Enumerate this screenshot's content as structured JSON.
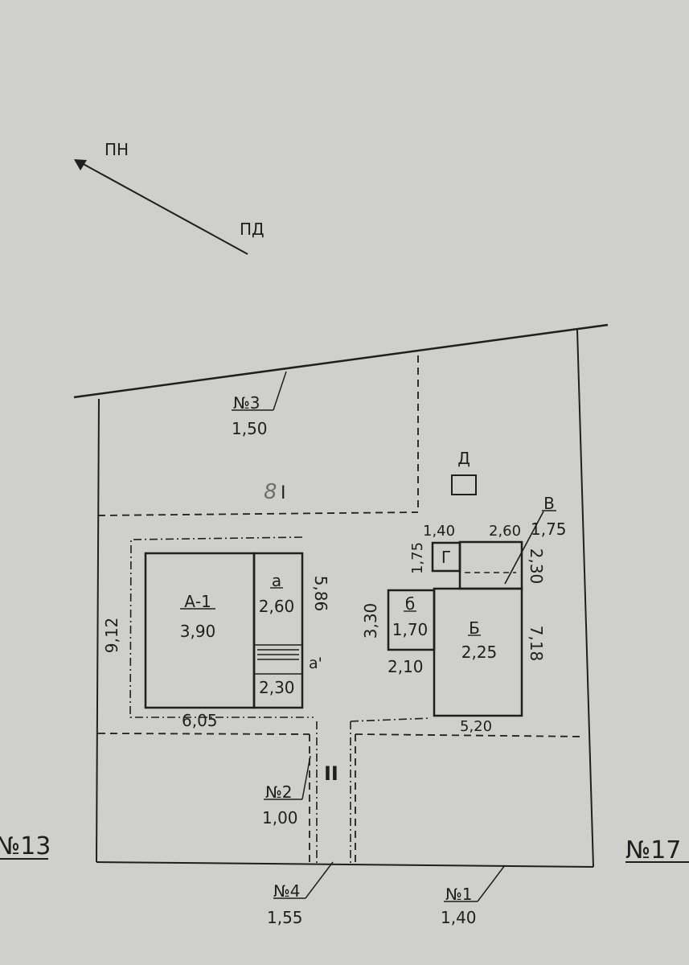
{
  "colors": {
    "paper": "#cfcfcb",
    "ink": "#1f1f1f"
  },
  "orientation": {
    "north": "ПН",
    "south": "ПД"
  },
  "plots": {
    "p3": {
      "number": "№3",
      "value": "1,50"
    },
    "p2": {
      "number": "№2",
      "value": "1,00"
    },
    "p4": {
      "number": "№4",
      "value": "1,55"
    },
    "p1": {
      "number": "№1",
      "value": "1,40"
    }
  },
  "neighbors": {
    "left": "№13",
    "right": "№17"
  },
  "zones": {
    "z1": "I",
    "z2": "II",
    "z1_handwritten": "8"
  },
  "buildings": {
    "a1": {
      "label": "А-1",
      "value": "3,90"
    },
    "a": {
      "label": "а",
      "value": "2,60"
    },
    "a_prime": {
      "label": "а'"
    },
    "b_small": {
      "label": "б",
      "value": "1,70"
    },
    "b_big": {
      "label": "Б",
      "value": "2,25"
    },
    "g": {
      "label": "Г"
    },
    "v": {
      "label": "В",
      "value": "1,75"
    },
    "d": {
      "label": "Д"
    }
  },
  "dimensions": {
    "a_height": "5,86",
    "a_prime_width": "2,30",
    "house_zone_height": "9,12",
    "house_zone_width": "6,05",
    "b_small_height": "3,30",
    "b_small_width": "2,10",
    "b_big_height": "7,18",
    "b_big_width": "5,20",
    "g_width": "1,40",
    "g_height": "1,75",
    "v_width": "2,60",
    "v_height": "2,30"
  }
}
